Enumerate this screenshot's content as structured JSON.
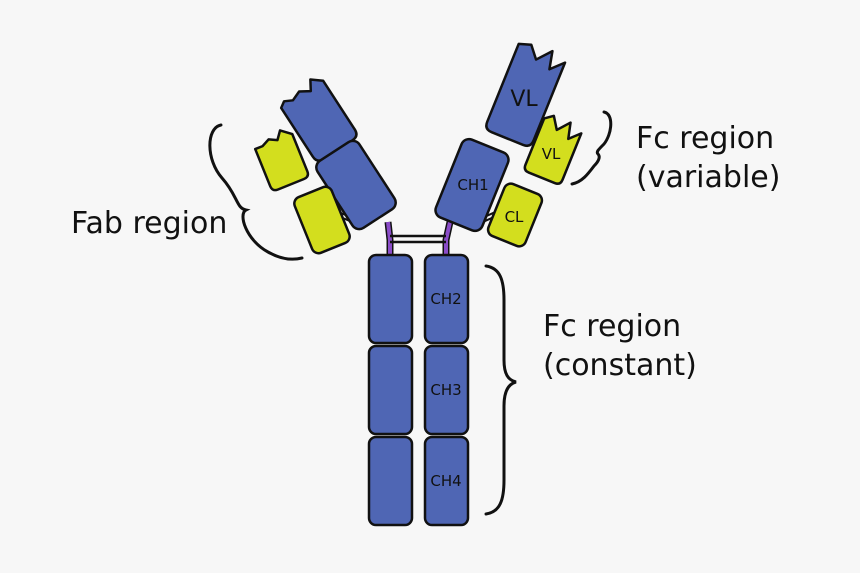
{
  "labels": {
    "fab_region": "Fab region",
    "fc_variable_line1": "Fc region",
    "fc_variable_line2": "(variable)",
    "fc_constant_line1": "Fc region",
    "fc_constant_line2": "(constant)"
  },
  "domains": {
    "heavy_vl": "VL",
    "light_vl": "VL",
    "ch1": "CH1",
    "cl": "CL",
    "ch2": "CH2",
    "ch3": "CH3",
    "ch4": "CH4"
  },
  "colors": {
    "heavy_chain": "#4f66b4",
    "light_chain": "#d3de1e",
    "hinge": "#8a4cc8",
    "outline": "#111111",
    "background": "#f7f7f7"
  }
}
